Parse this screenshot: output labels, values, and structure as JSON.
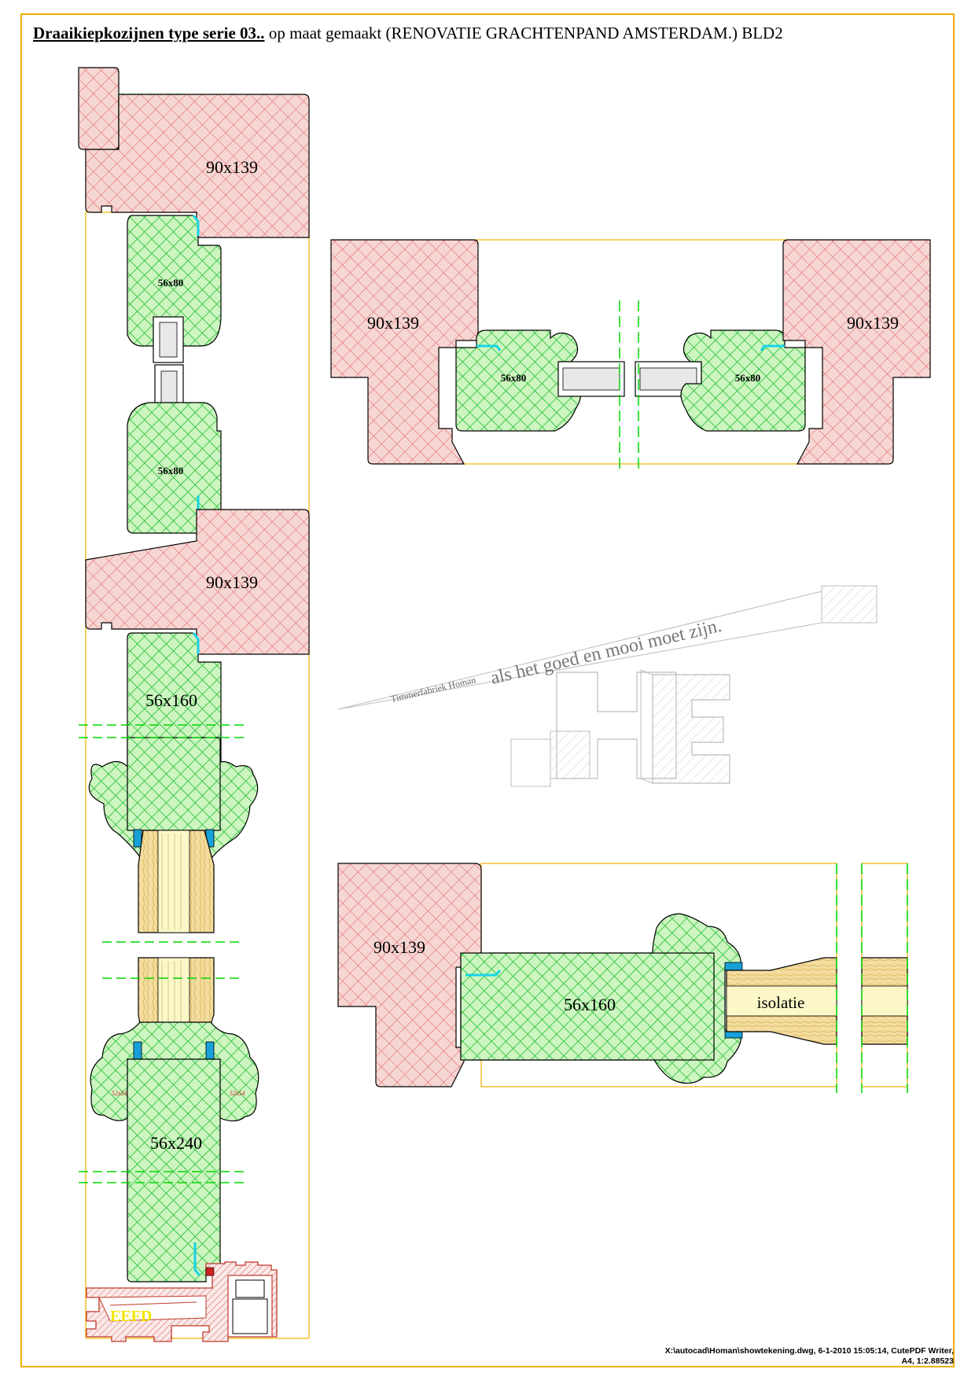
{
  "title": {
    "bold_part": "Draaikiepkozijnen type serie 03..",
    "rest": " op maat gemaakt (RENOVATIE GRACHTENPAND AMSTERDAM.) BLD2"
  },
  "labels": {
    "frame": "90x139",
    "sash_small": "56x80",
    "sash_160": "56x160",
    "sash_240": "56x240",
    "sash_240_small": "52x54",
    "eefd": "EEFD",
    "isolatie": "isolatie"
  },
  "logo": {
    "company": "Timmerfabriek Homan",
    "slogan": "als het goed en mooi moet zijn."
  },
  "footer": {
    "line1": "X:\\autocad\\Homan\\showtekening.dwg, 6-1-2010 15:05:14, CutePDF Writer,",
    "line2": "A4, 1:2.88523"
  },
  "colors": {
    "border": "#f0b000",
    "frame_fill": "#f6d6d3",
    "frame_hatch": "#e05a5a",
    "sash_fill": "#cdf5c0",
    "sash_hatch": "#27c93a",
    "seal": "#18d4e6",
    "insulation": "#f1d68a",
    "dash": "#00d800"
  }
}
